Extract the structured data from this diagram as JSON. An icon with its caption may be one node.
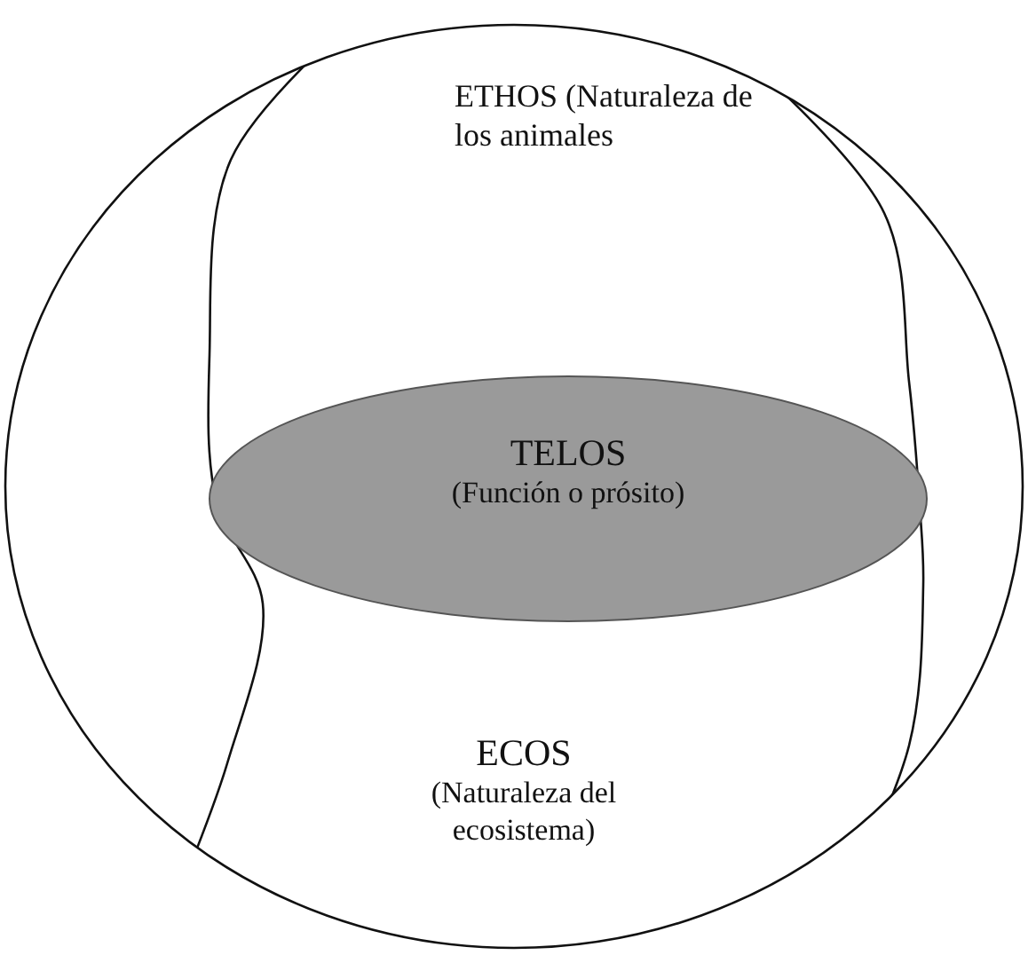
{
  "diagram": {
    "nodes": [
      {
        "text": [],
        "shape": "circle"
      },
      {
        "text": [
          "ETHOS (Naturaleza de los animales"
        ],
        "in": 0
      },
      {
        "text": [
          "TELOS",
          "(Función o prósito)"
        ],
        "in": 0
      },
      {
        "text": [
          "ECOS",
          "(Naturaleza del ecosistema)"
        ],
        "in": 0
      }
    ]
  }
}
